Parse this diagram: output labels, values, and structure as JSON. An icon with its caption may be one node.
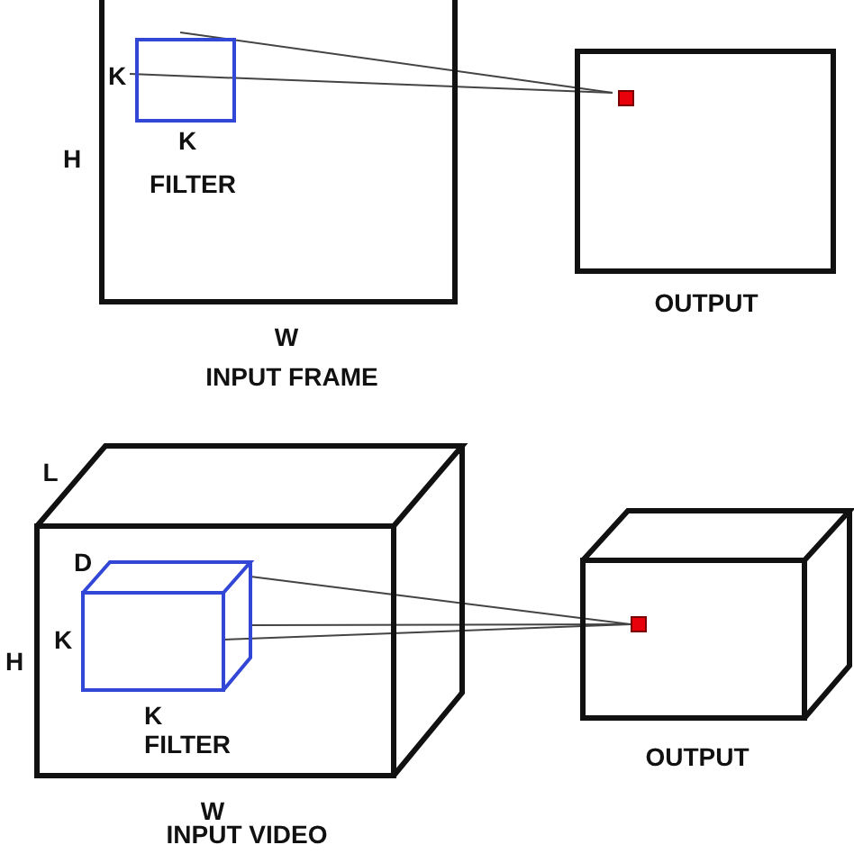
{
  "diagram": {
    "nodes": [
      {
        "text": [
          "INPUT FRAME"
        ]
      },
      {
        "text": [
          "FILTER"
        ],
        "in": 0
      },
      {
        "text": [
          "OUTPUT"
        ]
      },
      {
        "text": [],
        "shape": "box",
        "in": 2
      },
      {
        "text": [
          "INPUT VIDEO"
        ]
      },
      {
        "text": [
          "FILTER"
        ],
        "in": 4
      },
      {
        "text": [
          "OUTPUT"
        ]
      },
      {
        "text": [],
        "shape": "box",
        "in": 6
      }
    ],
    "edges": [
      {
        "from": 1,
        "to": 3,
        "arrow": "none"
      },
      {
        "from": 1,
        "to": 3,
        "arrow": "none"
      },
      {
        "from": 5,
        "to": 7,
        "arrow": "none"
      },
      {
        "from": 5,
        "to": 7,
        "arrow": "none"
      },
      {
        "from": 5,
        "to": 7,
        "arrow": "none"
      }
    ],
    "labels": [
      "K",
      "K",
      "H",
      "W",
      "L",
      "D",
      "K",
      "H",
      "K",
      "W"
    ]
  }
}
